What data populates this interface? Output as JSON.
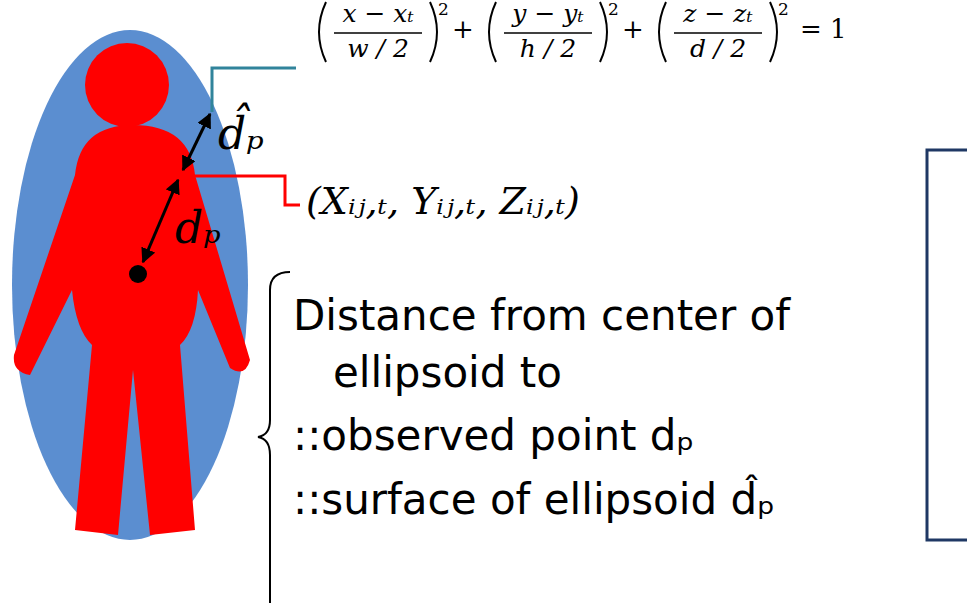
{
  "diagram": {
    "labels": [
      "x − xₜ",
      "w / 2",
      "2",
      "+",
      "y − yₜ",
      "h / 2",
      "2",
      "+",
      "z − zₜ",
      "d / 2",
      "2",
      "= 1",
      "d̂ₚ",
      "(Xᵢⱼ,ₜ, Yᵢⱼ,ₜ, Zᵢⱼ,ₜ)",
      "dₚ",
      "Distance from center of ellipsoid to",
      "::observed point dₚ",
      "::surface of ellipsoid d̂ₚ"
    ]
  }
}
